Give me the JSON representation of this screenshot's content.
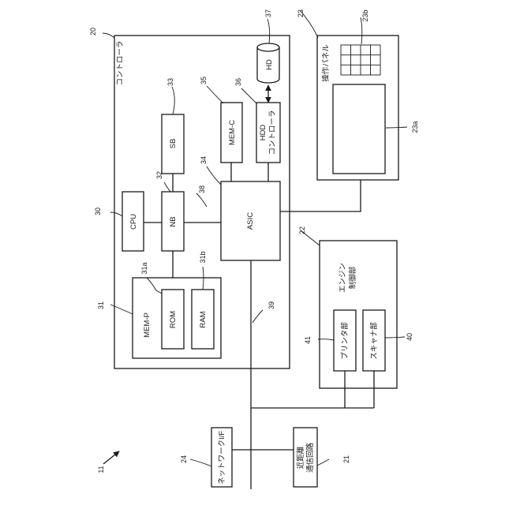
{
  "labels": {
    "controller": "コントローラ",
    "cpu": "CPU",
    "nb": "NB",
    "sb": "SB",
    "mem_c": "MEM-C",
    "hdd_ctrl_1": "HDD",
    "hdd_ctrl_2": "コントローラ",
    "hd": "HD",
    "asic": "ASIC",
    "mem_p": "MEM-P",
    "rom": "ROM",
    "ram": "RAM",
    "panel": "操作パネル",
    "engine_1": "エンジン",
    "engine_2": "制御部",
    "printer": "プリンタ部",
    "scanner": "スキャナ部",
    "network_if": "ネットワークI/F",
    "near_field_1": "近距離",
    "near_field_2": "通信回路"
  },
  "refs": {
    "r11": "11",
    "r20": "20",
    "r21": "21",
    "r22": "22",
    "r23": "23",
    "r23a": "23a",
    "r23b": "23b",
    "r24": "24",
    "r30": "30",
    "r31": "31",
    "r31a": "31a",
    "r31b": "31b",
    "r32": "32",
    "r33": "33",
    "r34": "34",
    "r35": "35",
    "r36": "36",
    "r37": "37",
    "r38": "38",
    "r39": "39",
    "r40": "40",
    "r41": "41"
  }
}
